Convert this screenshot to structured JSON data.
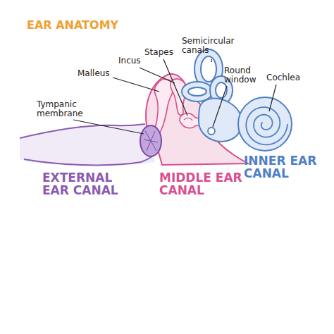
{
  "diagram": {
    "title": "EAR ANATOMY",
    "labels": [
      "Semicircular canals",
      "Stapes",
      "Incus",
      "Round window",
      "Cochlea",
      "Malleus",
      "Tympanic membrane",
      "EXTERNAL EAR CANAL",
      "MIDDLE EAR CANAL",
      "INNER EAR CANAL"
    ]
  }
}
